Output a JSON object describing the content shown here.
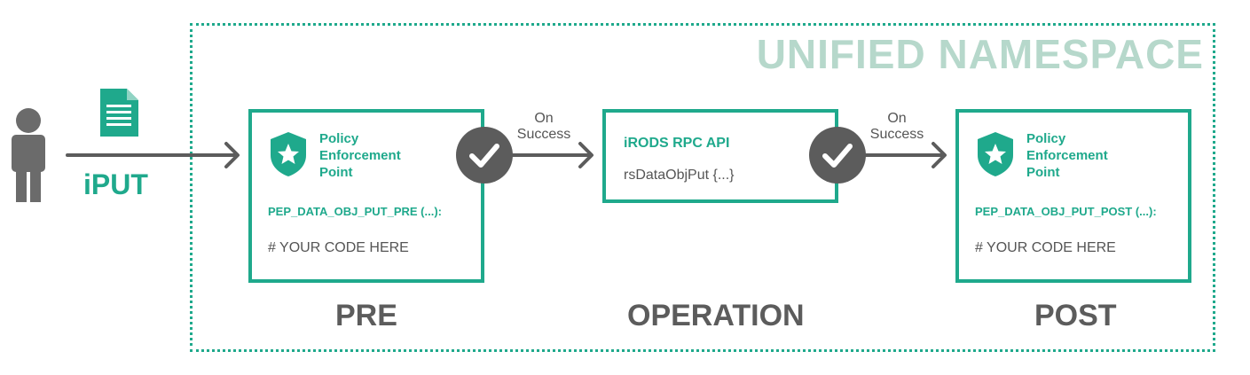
{
  "namespace": {
    "title": "UNIFIED NAMESPACE"
  },
  "actor": {
    "icon": "person-icon",
    "file_icon": "document-icon",
    "action_label": "iPUT"
  },
  "pre": {
    "pep_title_line1": "Policy",
    "pep_title_line2": "Enforcement",
    "pep_title_line3": "Point",
    "pep_name": "PEP_DATA_OBJ_PUT_PRE (...):",
    "placeholder": "# YOUR CODE HERE",
    "stage_label": "PRE"
  },
  "operation": {
    "api_title": "iRODS RPC API",
    "api_call": "rsDataObjPut {...}",
    "stage_label": "OPERATION"
  },
  "post": {
    "pep_title_line1": "Policy",
    "pep_title_line2": "Enforcement",
    "pep_title_line3": "Point",
    "pep_name": "PEP_DATA_OBJ_PUT_POST (...):",
    "placeholder": "# YOUR CODE HERE",
    "stage_label": "POST"
  },
  "transitions": [
    {
      "line1": "On",
      "line2": "Success"
    },
    {
      "line1": "On",
      "line2": "Success"
    }
  ],
  "colors": {
    "accent": "#1fa98c",
    "namespace_title": "#b6d8cb",
    "gray": "#5c5c5c"
  }
}
